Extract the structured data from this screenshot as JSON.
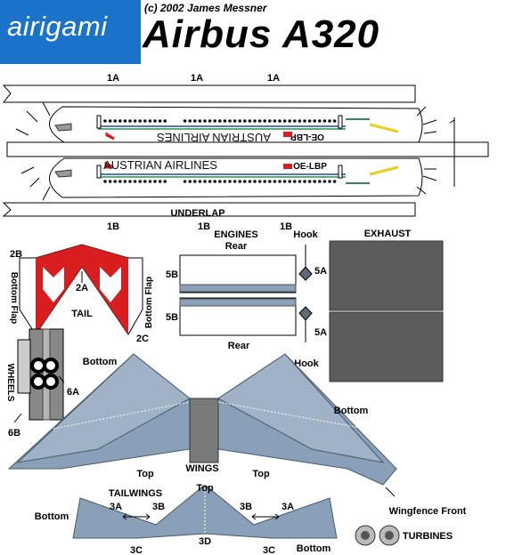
{
  "brand": {
    "logo_text": "airigami",
    "copyright": "(c) 2002 James Messner",
    "title": "Airbus A320"
  },
  "fuselage": {
    "top_labels": [
      "1A",
      "1A",
      "1A"
    ],
    "bottom_labels": [
      "1B",
      "1B",
      "1B"
    ],
    "underlap": "UNDERLAP",
    "airline_name": "AUSTRIAN AIRLINES",
    "registration": "OE-LBP",
    "colors": {
      "stripe_green": "#2e8b57",
      "stripe_blue": "#1f4fa0",
      "window": "#111111",
      "accent": "#e8d020",
      "logo_red": "#d42020"
    }
  },
  "engines": {
    "title": "ENGINES",
    "rear_top": "Rear",
    "rear_bottom": "Rear",
    "label_5b_1": "5B",
    "label_5b_2": "5B",
    "hook_top": "Hook",
    "hook_bottom": "Hook",
    "label_5a_1": "5A",
    "label_5a_2": "5A"
  },
  "exhaust": {
    "title": "EXHAUST",
    "color": "#5c5c5c"
  },
  "tail": {
    "label": "TAIL",
    "label_2a": "2A",
    "label_2b": "2B",
    "label_2c": "2C",
    "bottom_flap_left": "Bottom Flap",
    "bottom_flap_right": "Bottom Flap",
    "color_red": "#d81e1e"
  },
  "wheels": {
    "label": "WHEELS",
    "label_6a": "6A",
    "label_6b": "6B"
  },
  "wings": {
    "label": "WINGS",
    "bottom_left": "Bottom",
    "bottom_right": "Bottom",
    "top_left": "Top",
    "top_right": "Top",
    "wingfence": "Wingfence Front",
    "color": "#8aa0b8"
  },
  "tailwings": {
    "label": "TAILWINGS",
    "top": "Top",
    "bottom_left": "Bottom",
    "bottom_right": "Bottom",
    "label_3a_left": "3A",
    "label_3b_left": "3B",
    "label_3b_right": "3B",
    "label_3a_right": "3A",
    "label_3c_left": "3C",
    "label_3d": "3D",
    "label_3c_right": "3C"
  },
  "turbines": {
    "label": "TURBINES"
  }
}
